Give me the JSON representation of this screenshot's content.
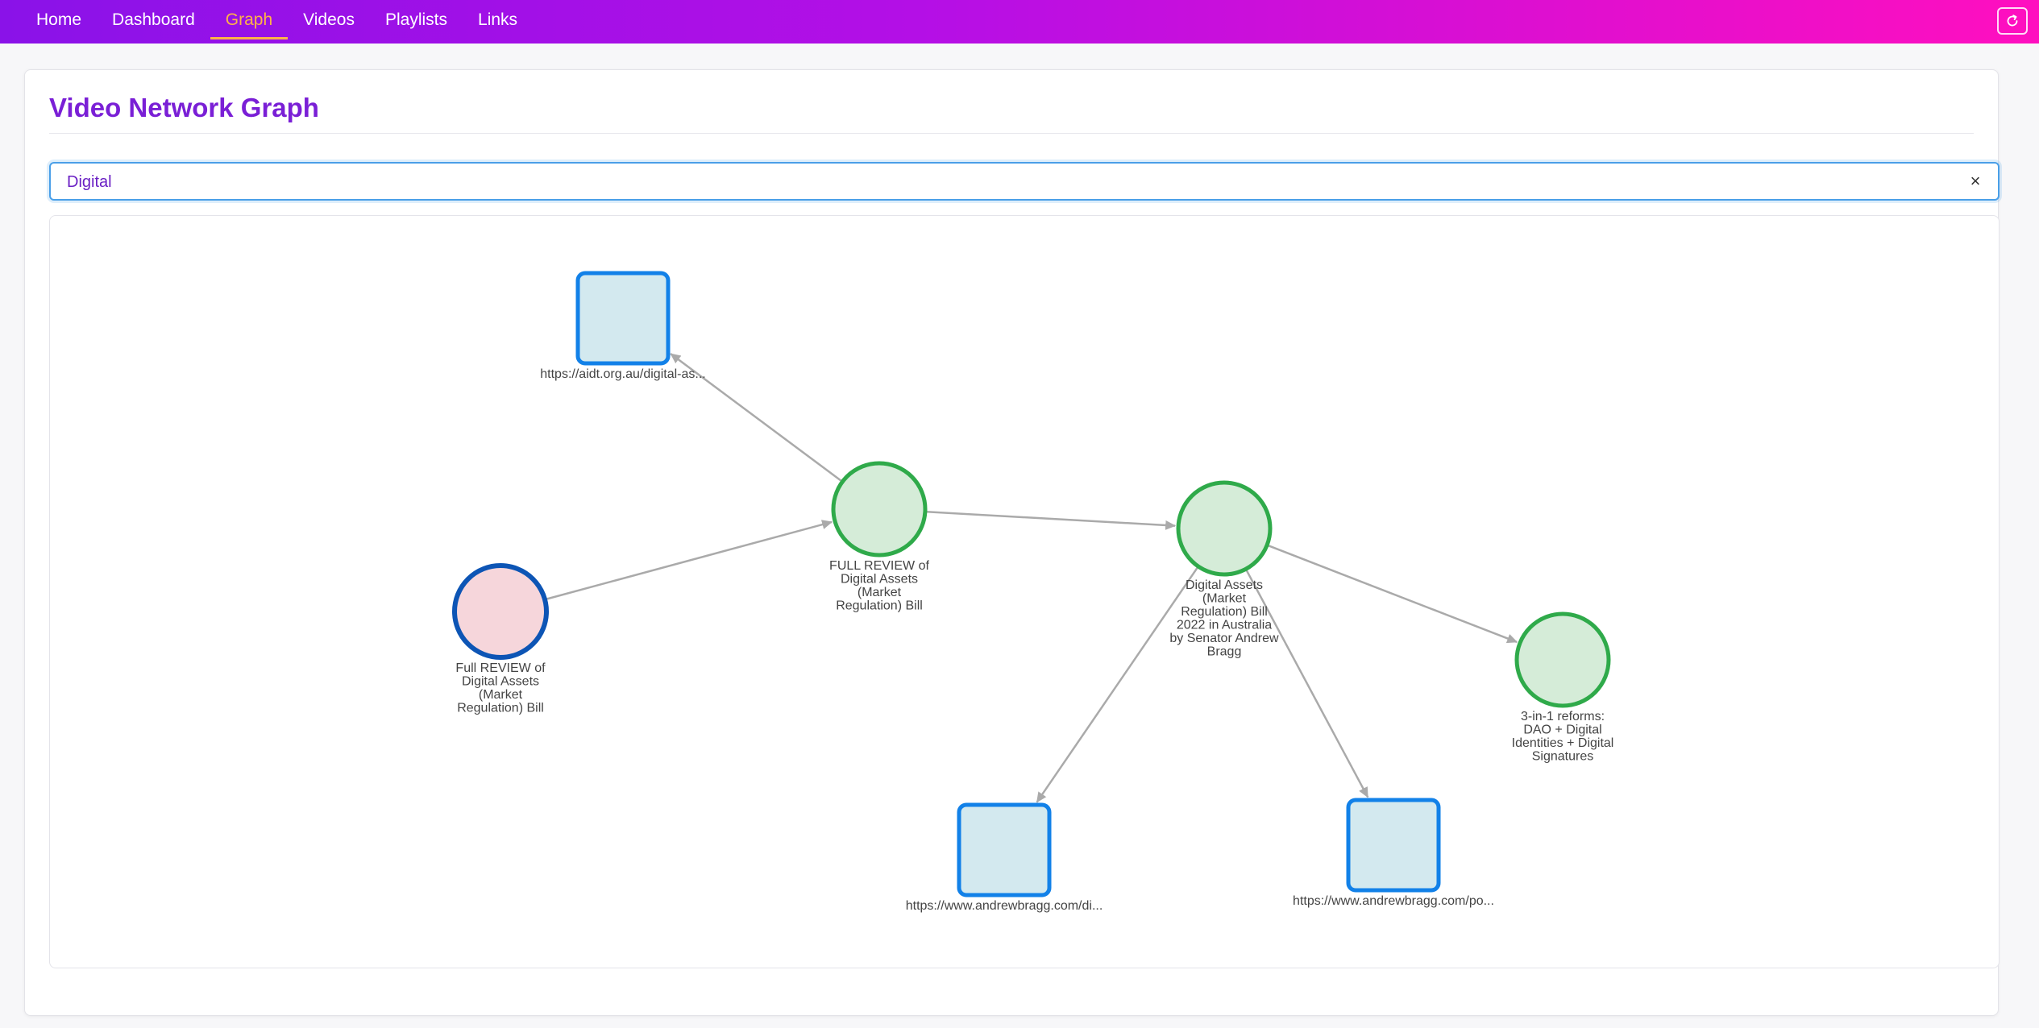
{
  "nav": {
    "items": [
      {
        "label": "Home",
        "active": false
      },
      {
        "label": "Dashboard",
        "active": false
      },
      {
        "label": "Graph",
        "active": true
      },
      {
        "label": "Videos",
        "active": false
      },
      {
        "label": "Playlists",
        "active": false
      },
      {
        "label": "Links",
        "active": false
      }
    ],
    "refresh_icon": "refresh-icon"
  },
  "page": {
    "title": "Video Network Graph"
  },
  "search": {
    "value": "Digital",
    "clear_icon": "close-icon",
    "clear_glyph": "×"
  },
  "colors": {
    "video_fill": "#d5ecd8",
    "video_stroke": "#2faa4a",
    "source_video_fill": "#f6d6db",
    "source_video_stroke": "#0d55b5",
    "link_fill": "#d3e9ef",
    "link_stroke": "#1281e8",
    "edge": "#aaaaaa"
  },
  "graph": {
    "nodes": [
      {
        "id": "aidt",
        "kind": "link",
        "label_lines": [
          "https://aidt.org.au/digital-as..."
        ]
      },
      {
        "id": "full_review_upper",
        "kind": "video",
        "label_lines": [
          "FULL REVIEW of",
          "Digital Assets",
          "(Market",
          "Regulation) Bill"
        ]
      },
      {
        "id": "full_review_pink",
        "kind": "source_video",
        "label_lines": [
          "Full REVIEW of",
          "Digital Assets",
          "(Market",
          "Regulation) Bill"
        ]
      },
      {
        "id": "bill_2022",
        "kind": "video",
        "label_lines": [
          "Digital Assets",
          "(Market",
          "Regulation) Bill",
          "2022 in Australia",
          "by Senator Andrew",
          "Bragg"
        ]
      },
      {
        "id": "three_in_one",
        "kind": "video",
        "label_lines": [
          "3-in-1 reforms:",
          "DAO + Digital",
          "Identities + Digital",
          "Signatures"
        ]
      },
      {
        "id": "bragg_di",
        "kind": "link",
        "label_lines": [
          "https://www.andrewbragg.com/di..."
        ]
      },
      {
        "id": "bragg_po",
        "kind": "link",
        "label_lines": [
          "https://www.andrewbragg.com/po..."
        ]
      }
    ],
    "edges": [
      {
        "from": "full_review_upper",
        "to": "aidt"
      },
      {
        "from": "full_review_pink",
        "to": "full_review_upper"
      },
      {
        "from": "full_review_upper",
        "to": "bill_2022"
      },
      {
        "from": "bill_2022",
        "to": "three_in_one"
      },
      {
        "from": "bill_2022",
        "to": "bragg_di"
      },
      {
        "from": "bill_2022",
        "to": "bragg_po"
      }
    ]
  }
}
